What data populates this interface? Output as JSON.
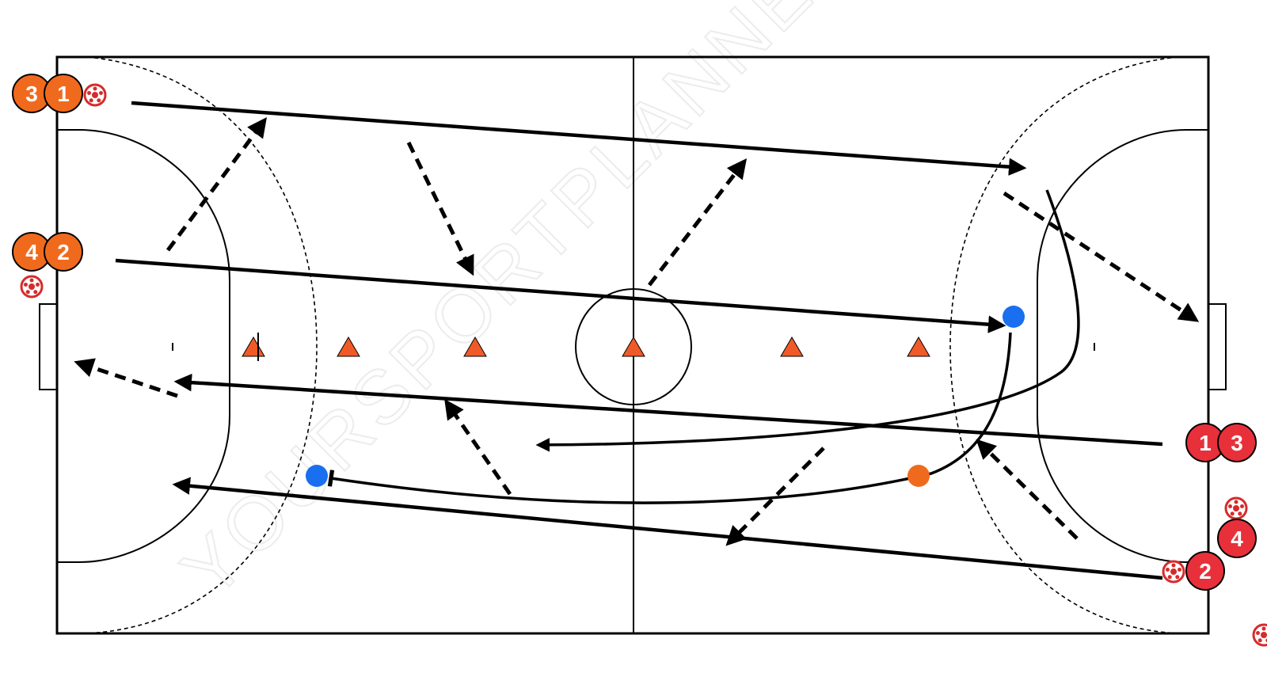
{
  "watermark": "YOURSPORTPLANNER",
  "colors": {
    "court_line": "#000000",
    "cone": "#f05a28",
    "team_orange": "#f06a1d",
    "team_red": "#e8303a",
    "ball_blue": "#1a6ff0",
    "ball_orange": "#f06a1d",
    "ball_icon": "#d62b2b"
  },
  "players": {
    "left_top_back": "3",
    "left_top_front": "1",
    "left_mid_back": "4",
    "left_mid_front": "2",
    "right_mid_front": "1",
    "right_mid_back": "3",
    "right_low_top": "4",
    "right_low_bottom": "2"
  },
  "legend_icons": [
    "ball-icon",
    "cone-icon",
    "sprint-arrow",
    "run-arrow",
    "dribble-path"
  ]
}
